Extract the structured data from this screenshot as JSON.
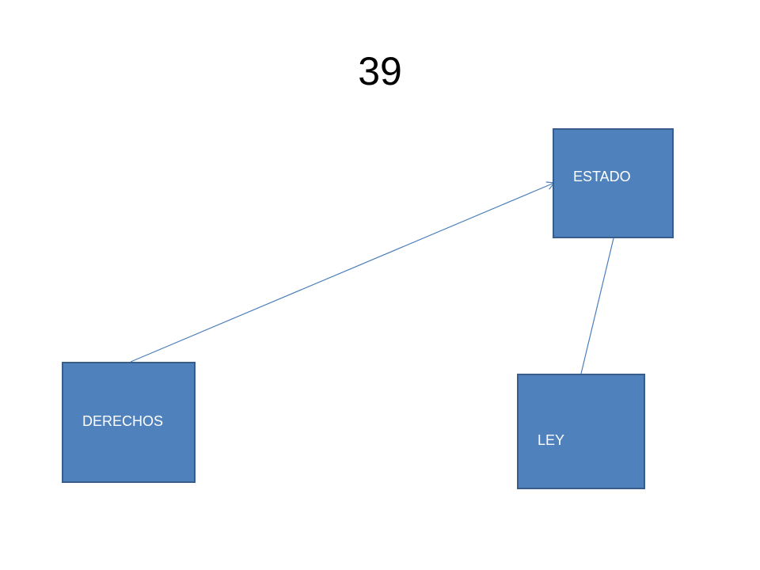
{
  "slide": {
    "title": "39"
  },
  "diagram": {
    "nodes": [
      {
        "id": "estado",
        "label": "ESTADO"
      },
      {
        "id": "derechos",
        "label": "DERECHOS"
      },
      {
        "id": "ley",
        "label": "LEY"
      }
    ],
    "edges": [
      {
        "from": "derechos",
        "to": "estado",
        "arrow": true
      },
      {
        "from": "ley",
        "to": "estado",
        "arrow": false
      }
    ]
  },
  "colors": {
    "box_fill": "#4f81bd",
    "box_border": "#385d8a",
    "connector": "#4a7ebb",
    "label_text": "#ffffff"
  }
}
